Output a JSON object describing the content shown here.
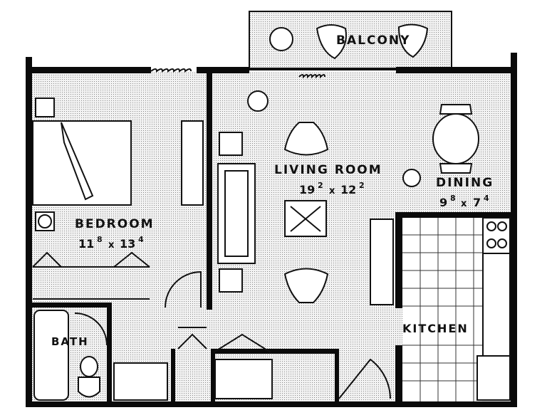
{
  "rooms": {
    "balcony": {
      "label": "BALCONY"
    },
    "living": {
      "label": "LIVING ROOM",
      "w_ft": "19",
      "w_in": "2",
      "x": "x",
      "d_ft": "12",
      "d_in": "2"
    },
    "dining": {
      "label": "DINING",
      "w_ft": "9",
      "w_in": "8",
      "x": "x",
      "d_ft": "7",
      "d_in": "4"
    },
    "bedroom": {
      "label": "BEDROOM",
      "w_ft": "11",
      "w_in": "8",
      "x": "x",
      "d_ft": "13",
      "d_in": "4"
    },
    "kitchen": {
      "label": "KITCHEN"
    },
    "bath": {
      "label": "BATH"
    }
  },
  "colors": {
    "floor": "#d9d9d9",
    "wall": "#0a0a0a"
  }
}
